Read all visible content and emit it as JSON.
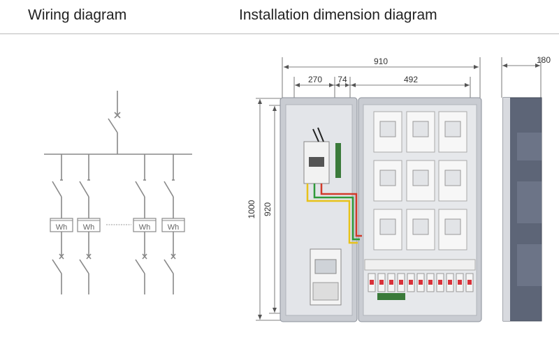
{
  "header": {
    "wiring_title": "Wiring diagram",
    "installation_title": "Installation dimension diagram"
  },
  "wiring": {
    "meter_label": "Wh"
  },
  "dimensions": {
    "total_width": "910",
    "left_section": "270",
    "middle_section": "74",
    "right_section": "492",
    "depth": "180",
    "total_height": "1000",
    "inner_height": "920"
  },
  "colors": {
    "enclosure": "#c9ccd2",
    "enclosure_edge": "#8a8f99",
    "side_body": "#5d6577",
    "wire_yellow": "#e8c21a",
    "wire_green": "#2f9a3a",
    "wire_red": "#d23a2a",
    "breaker_red": "#d8323a"
  }
}
